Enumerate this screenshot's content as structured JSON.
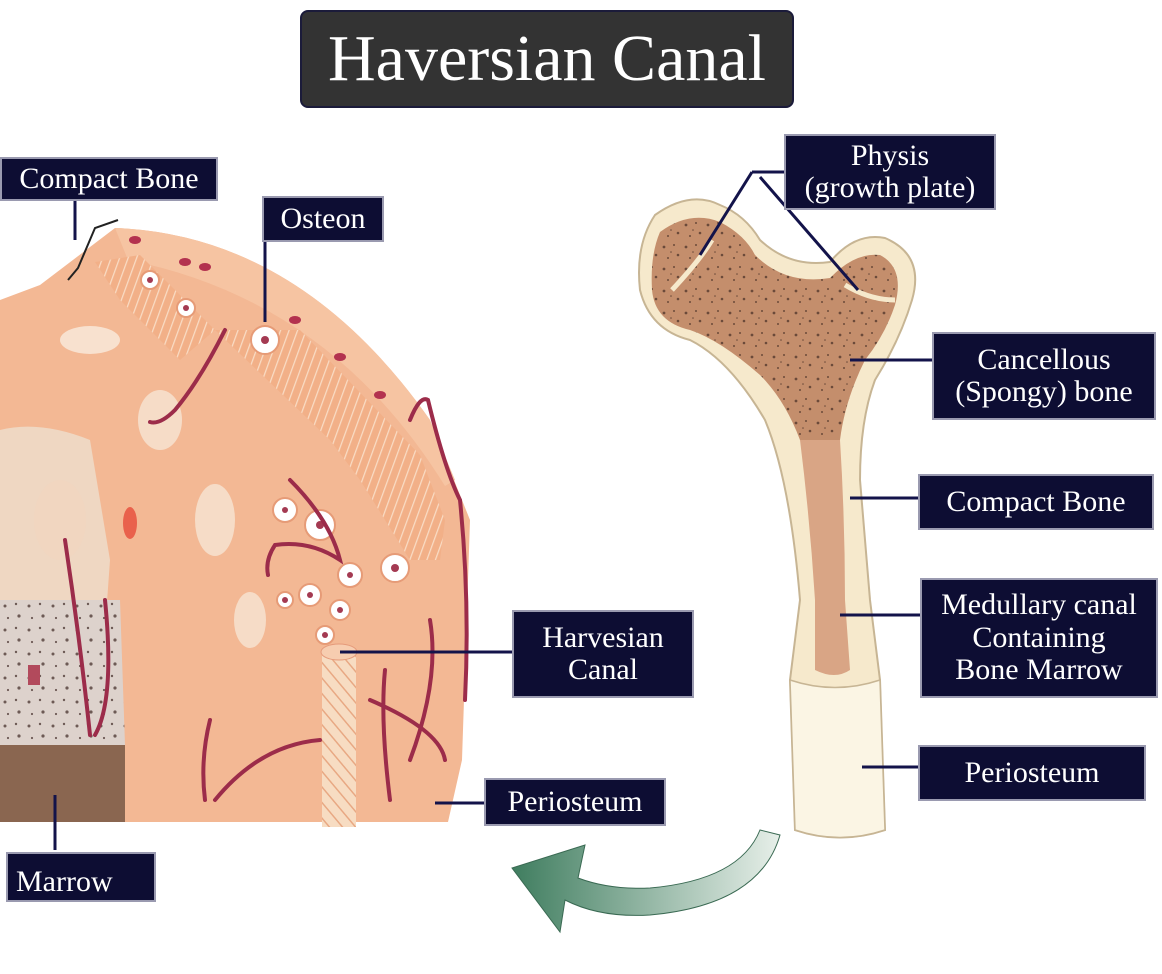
{
  "title": "Haversian Canal",
  "labels": {
    "compact_bone_left": "Compact Bone",
    "osteon": "Osteon",
    "harvesian_canal": "Harvesian\nCanal",
    "periosteum_left": "Periosteum",
    "marrow": "Marrow",
    "physis": "Physis\n(growth plate)",
    "cancellous": "Cancellous\n(Spongy) bone",
    "compact_bone_right": "Compact Bone",
    "medullary": "Medullary canal\nContaining\nBone Marrow",
    "periosteum_right": "Periosteum"
  },
  "colors": {
    "label_bg": "#0d0d33",
    "title_bg": "#333333",
    "bone_tissue": "#f3b894",
    "bone_light": "#f8e7c9",
    "spongy": "#c8906e",
    "vessel": "#9c2c4a",
    "arrow": "#5b8f74"
  }
}
